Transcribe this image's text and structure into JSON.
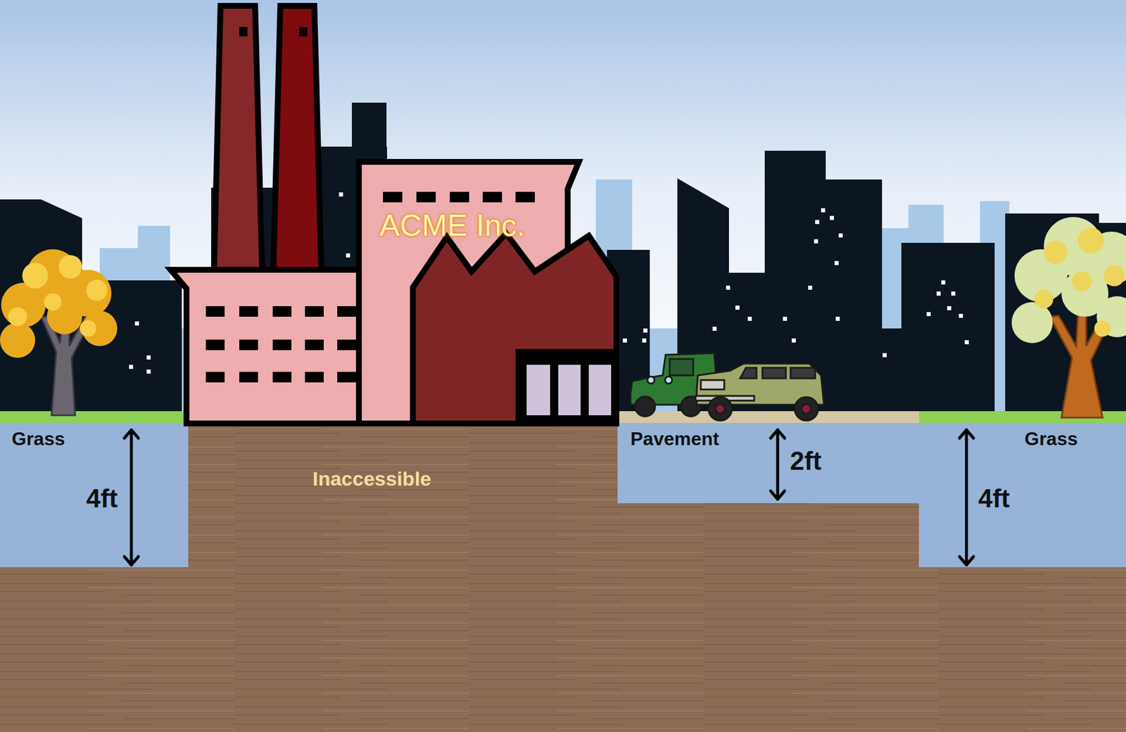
{
  "diagram": {
    "labels": [
      "ACME Inc.",
      "Grass",
      "4ft",
      "Inaccessible",
      "Pavement",
      "2ft",
      "Grass",
      "4ft"
    ]
  }
}
